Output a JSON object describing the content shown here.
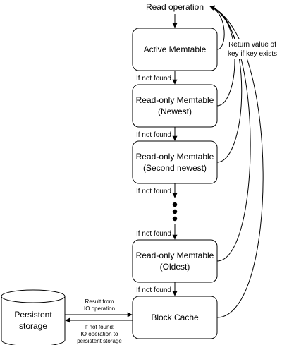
{
  "diagram": {
    "title": "Read operation",
    "nodes": {
      "active": {
        "label": "Active Memtable"
      },
      "ro_newest": {
        "line1": "Read-only Memtable",
        "line2": "(Newest)"
      },
      "ro_second": {
        "line1": "Read-only Memtable",
        "line2": "(Second newest)"
      },
      "ro_oldest": {
        "line1": "Read-only Memtable",
        "line2": "(Oldest)"
      },
      "block_cache": {
        "label": "Block Cache"
      },
      "storage": {
        "line1": "Persistent",
        "line2": "storage"
      }
    },
    "edge_labels": {
      "not_found_1": "If not found",
      "not_found_2": "If not found",
      "not_found_3": "If not found",
      "not_found_4": "If not found",
      "not_found_5": "If not found",
      "return_line1": "Return value of",
      "return_line2": "key if key exists",
      "result_line1": "Result from",
      "result_line2": "IO operation",
      "io_line1": "If not found:",
      "io_line2": "IO operation to",
      "io_line3": "persistent storage"
    },
    "ellipsis_dots": 3
  }
}
